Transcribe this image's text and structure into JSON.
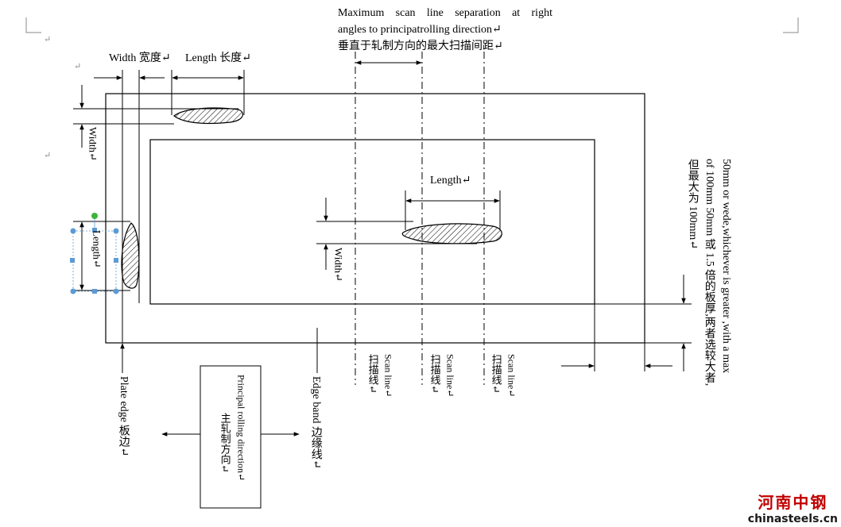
{
  "labels": {
    "top_note_line1_words": [
      "Maximum",
      "scan",
      "line",
      "separation",
      "at",
      "right"
    ],
    "top_note_line2": "angles to principatrolling  direction↵",
    "top_note_line3": "垂直于轧制方向的最大扫描间距↵",
    "width_top": "Width 宽度↵",
    "length_top": "Length 长度↵",
    "width_left": "Width↵",
    "length_left": "Length↵",
    "length_center": "Length↵",
    "width_center": "Width↵",
    "right_note_col1": "50mm or wede,whichever is greater ,with a max",
    "right_note_col2": "of 100mm 50mm 或 1.5 倍的板厚,两者选较大者,",
    "right_note_col3": "但最大为 100mm↵",
    "plate_edge": "Plate edge 板边↵",
    "edge_band": "Edge band 边缘线↵",
    "scan_line_en": "Scan line↵",
    "scan_line_cn": "扫描线↵",
    "principal_en": "Principal  rolling direction↵",
    "principal_cn": "主轧制方向↵",
    "para_mark": "↵"
  },
  "watermark": {
    "cn": "河南中钢",
    "en": "chinasteels.cn"
  },
  "colors": {
    "line": "#000000",
    "mark": "#8a8a8a",
    "selection_handle": "#5b9bd5",
    "rotate_handle": "#3cb43c",
    "watermark_red": "#c00000",
    "watermark_dark": "#1a1a1a"
  }
}
